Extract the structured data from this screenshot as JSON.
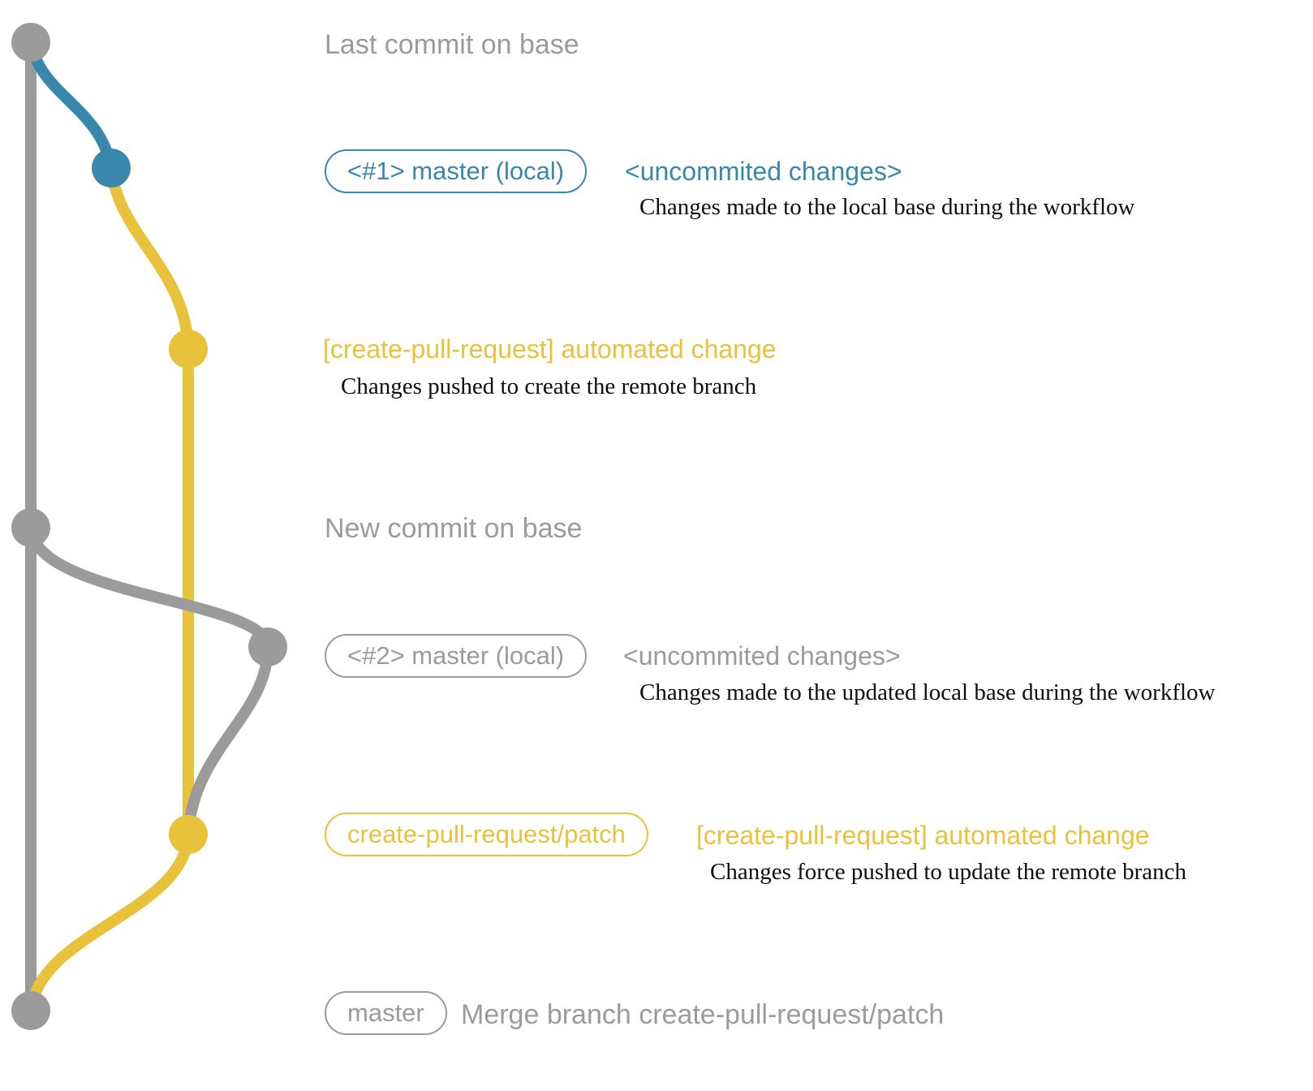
{
  "colors": {
    "gray": "#9b9b9b",
    "blue": "#3a87ad",
    "yellow": "#e9c23c",
    "text_black": "#0f0f0f"
  },
  "graph": {
    "nodes": [
      {
        "name": "last-commit-on-base",
        "color": "gray"
      },
      {
        "name": "local-workflow-commit-1",
        "color": "blue"
      },
      {
        "name": "remote-branch-commit-1",
        "color": "yellow"
      },
      {
        "name": "new-commit-on-base",
        "color": "gray"
      },
      {
        "name": "local-workflow-commit-2",
        "color": "gray"
      },
      {
        "name": "remote-branch-commit-2",
        "color": "yellow"
      },
      {
        "name": "merge-commit",
        "color": "gray"
      }
    ]
  },
  "annotations": {
    "row1": {
      "title": "Last commit on base"
    },
    "row2": {
      "pill": "<#1> master (local)",
      "tag": "<uncommited changes>",
      "desc": "Changes made to the local base during the workflow"
    },
    "row3": {
      "title": "[create-pull-request] automated change",
      "desc": "Changes pushed to create the remote branch"
    },
    "row4": {
      "title": "New commit on base"
    },
    "row5": {
      "pill": "<#2> master (local)",
      "tag": "<uncommited changes>",
      "desc": "Changes made to the updated local base during the workflow"
    },
    "row6": {
      "pill": "create-pull-request/patch",
      "tag": "[create-pull-request] automated change",
      "desc": "Changes force pushed to update the remote branch"
    },
    "row7": {
      "pill": "master",
      "desc": "Merge branch create-pull-request/patch"
    }
  }
}
